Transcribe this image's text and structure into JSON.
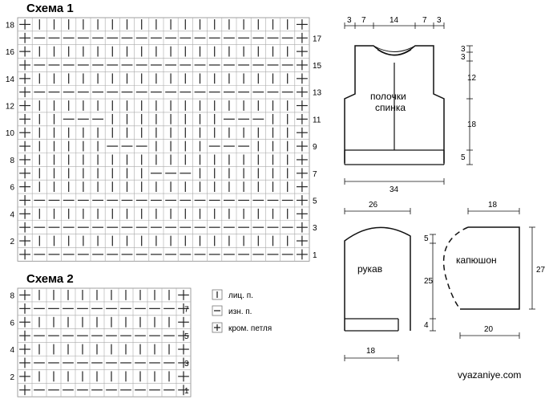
{
  "scheme1": {
    "title": "Схема 1",
    "rows": 18,
    "cols": 20,
    "left_row_numbers": [
      "18",
      "16",
      "14",
      "12",
      "10",
      "8",
      "6",
      "4",
      "2"
    ],
    "right_row_numbers": [
      "17",
      "15",
      "13",
      "11",
      "9",
      "7",
      "5",
      "3",
      "1"
    ],
    "pattern": [
      "+||||||||||||||||||+",
      "+------------------+",
      "+||||||||||||||||||+",
      "+------------------+",
      "+||||||||||||||||||+",
      "+------------------+",
      "+||||||||||||||||||+",
      "+||---||||||||---||+",
      "+||||||||||||||||||+",
      "+|||||---||||---|||+",
      "+||||||||||||||||||+",
      "+||||||||---|||||||+",
      "+||||||||||||||||||+",
      "+------------------+",
      "+||||||||||||||||||+",
      "+------------------+",
      "+||||||||||||||||||+",
      "+------------------+"
    ]
  },
  "scheme2": {
    "title": "Схема 2",
    "rows": 8,
    "cols": 12,
    "left_row_numbers": [
      "8",
      "6",
      "4",
      "2"
    ],
    "right_row_numbers": [
      "7",
      "5",
      "3",
      "1"
    ],
    "pattern": [
      "+||||||||||+",
      "+----------+",
      "+||||||||||+",
      "+----------+",
      "+||||||||||+",
      "+----------+",
      "+||||||||||+",
      "+----------+"
    ]
  },
  "legend": {
    "knit": "лиц. п.",
    "purl": "изн. п.",
    "edge": "кром. петля"
  },
  "vest": {
    "label_line1": "полочки",
    "label_line2": "спинка",
    "top_dims": [
      "3",
      "7",
      "14",
      "7",
      "3"
    ],
    "right_dims_small": [
      "3",
      "3"
    ],
    "right_dim_12": "12",
    "right_dim_18": "18",
    "right_dim_5": "5",
    "bottom_dim": "34"
  },
  "sleeve": {
    "label": "рукав",
    "top_dim": "26",
    "right_dim_5": "5",
    "right_dim_25": "25",
    "right_dim_4": "4",
    "bottom_dim": "18"
  },
  "hood": {
    "label": "капюшон",
    "top_dim": "18",
    "right_dim": "27",
    "bottom_dim": "20"
  },
  "website": "vyazaniye.com"
}
